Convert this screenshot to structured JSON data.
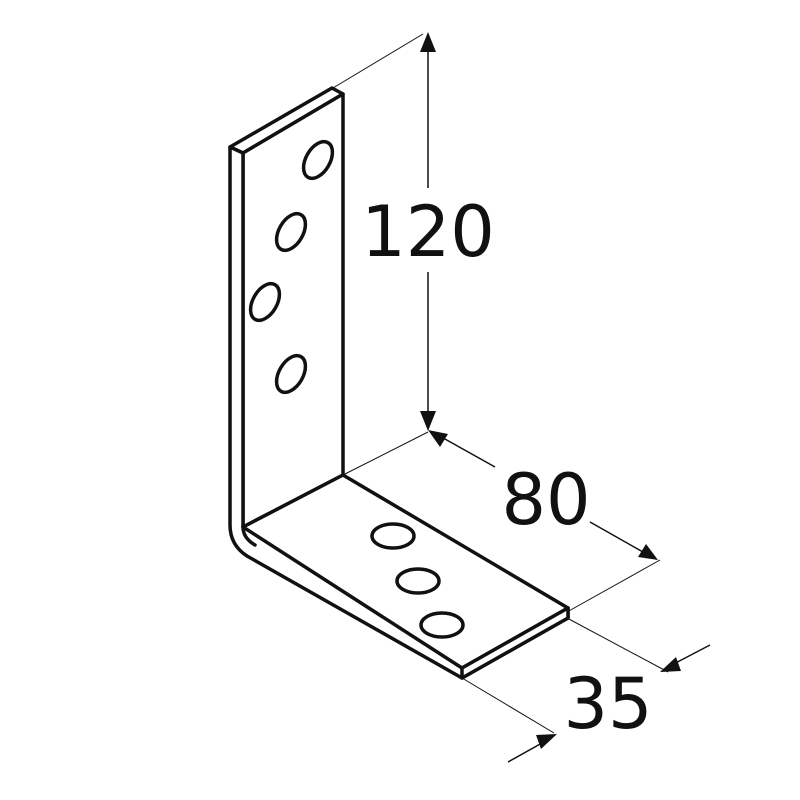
{
  "diagram": {
    "subject": "angle bracket",
    "colors": {
      "stroke": "#111111",
      "fill": "#ffffff"
    },
    "holes": {
      "vertical_flange": 4,
      "horizontal_flange": 3
    },
    "dimensions": {
      "height": "120",
      "length": "80",
      "width": "35"
    }
  }
}
